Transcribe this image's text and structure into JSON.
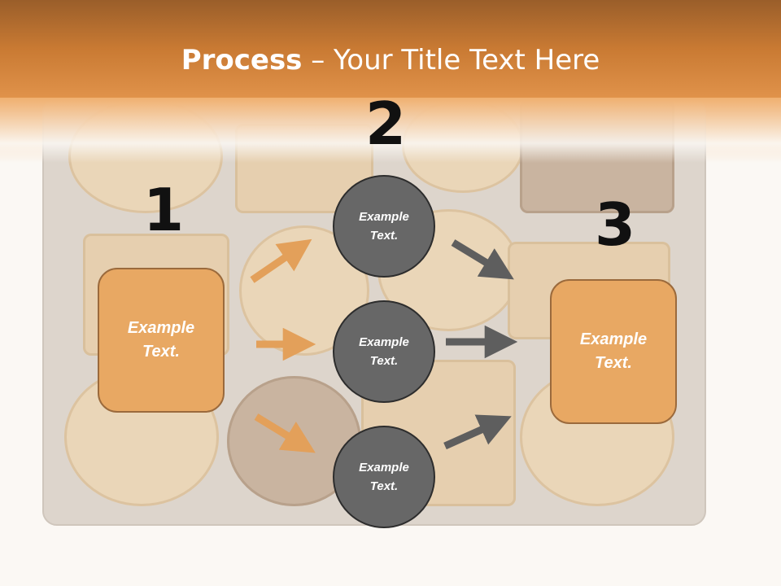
{
  "title": {
    "bold": "Process",
    "rest": " – Your Title Text Here"
  },
  "steps": {
    "one": "1",
    "two": "2",
    "three": "3"
  },
  "left_box": {
    "line1": "Example",
    "line2": "Text."
  },
  "right_box": {
    "line1": "Example",
    "line2": "Text."
  },
  "circles": [
    {
      "line1": "Example",
      "line2": "Text."
    },
    {
      "line1": "Example",
      "line2": "Text."
    },
    {
      "line1": "Example",
      "line2": "Text."
    }
  ],
  "colors": {
    "header": "#d98a3f",
    "box_fill": "#e8a863",
    "circle_fill": "#676767",
    "orange_arrow": "#e3a05a",
    "gray_arrow": "#5e5e5e"
  },
  "icons": {
    "background": "cookie-tray-photo",
    "arrows": [
      "orange-arrow-icon",
      "gray-arrow-icon"
    ]
  }
}
